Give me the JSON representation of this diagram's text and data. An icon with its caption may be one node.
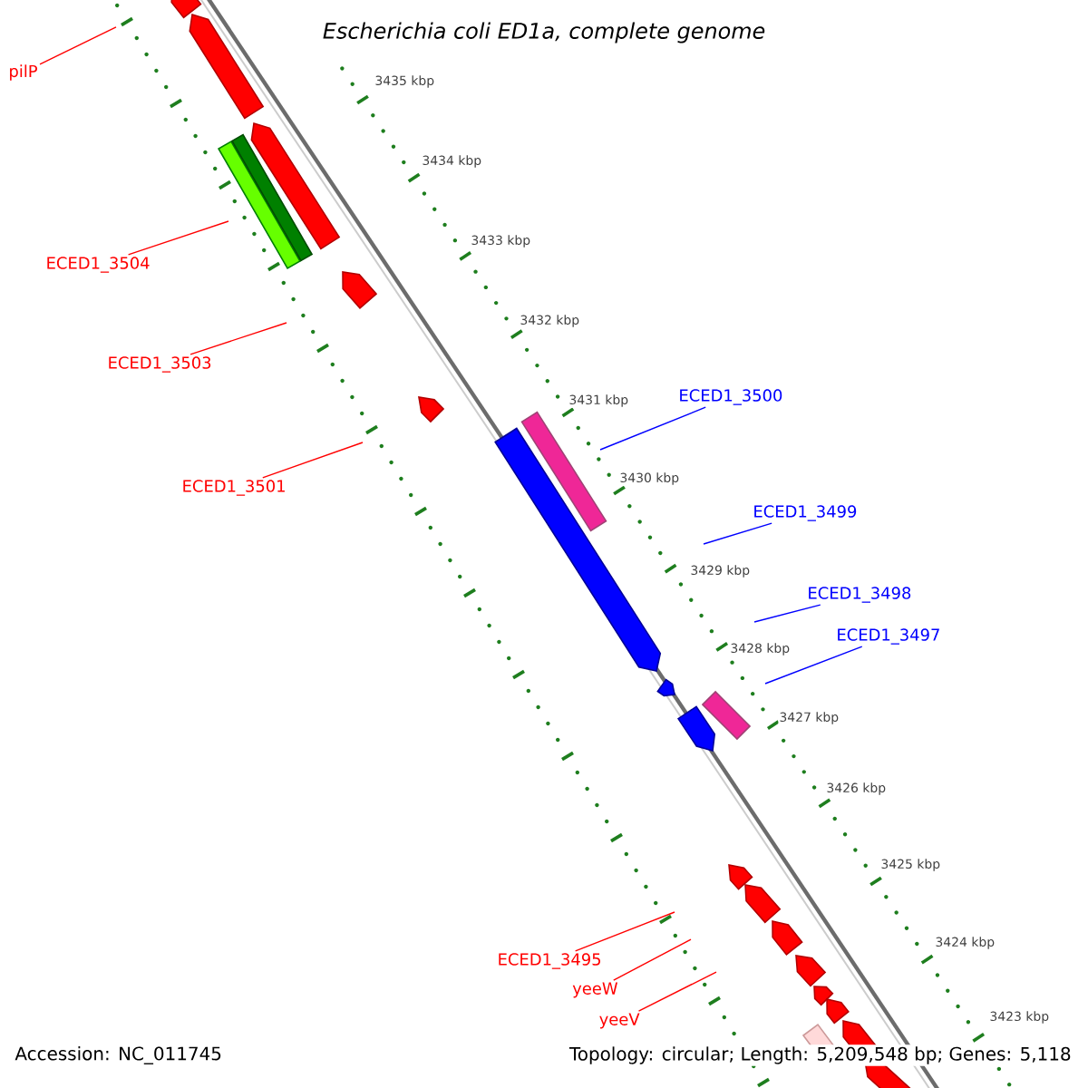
{
  "diagram": {
    "title": "Escherichia coli ED1a, complete genome",
    "nodes": [
      {
        "text": [
          "pilP"
        ]
      },
      {
        "text": [
          "ECED1_3504"
        ]
      },
      {
        "text": [
          "ECED1_3503"
        ]
      },
      {
        "text": [
          "ECED1_3501"
        ]
      },
      {
        "text": [
          "ECED1_3500"
        ]
      },
      {
        "text": [
          "ECED1_3499"
        ]
      },
      {
        "text": [
          "ECED1_3498"
        ]
      },
      {
        "text": [
          "ECED1_3497"
        ]
      },
      {
        "text": [
          "ECED1_3495"
        ]
      },
      {
        "text": [
          "yeeW"
        ]
      },
      {
        "text": [
          "yeeV"
        ]
      }
    ],
    "edges": [
      {
        "from": 0,
        "to": null,
        "arrow": "none"
      },
      {
        "from": 1,
        "to": null,
        "arrow": "none"
      },
      {
        "from": 2,
        "to": null,
        "arrow": "none"
      },
      {
        "from": 3,
        "to": null,
        "arrow": "none"
      },
      {
        "from": 4,
        "to": null,
        "arrow": "none",
        "color": "#0000ff"
      },
      {
        "from": 5,
        "to": null,
        "arrow": "none",
        "color": "#0000ff"
      },
      {
        "from": 6,
        "to": null,
        "arrow": "none",
        "color": "#0000ff"
      },
      {
        "from": 7,
        "to": null,
        "arrow": "none",
        "color": "#0000ff"
      },
      {
        "from": 8,
        "to": null,
        "arrow": "none"
      },
      {
        "from": 9,
        "to": null,
        "arrow": "none"
      },
      {
        "from": 10,
        "to": null,
        "arrow": "none"
      }
    ],
    "labels": [
      "3435 kbp",
      "3434 kbp",
      "3433 kbp",
      "3432 kbp",
      "3431 kbp",
      "3430 kbp",
      "3429 kbp",
      "3428 kbp",
      "3427 kbp",
      "3426 kbp",
      "3425 kbp",
      "3424 kbp",
      "3423 kbp",
      "Accession: NC_011745",
      "Topology: circular; Length: 5,209,548 bp; Genes: 5,118"
    ]
  }
}
